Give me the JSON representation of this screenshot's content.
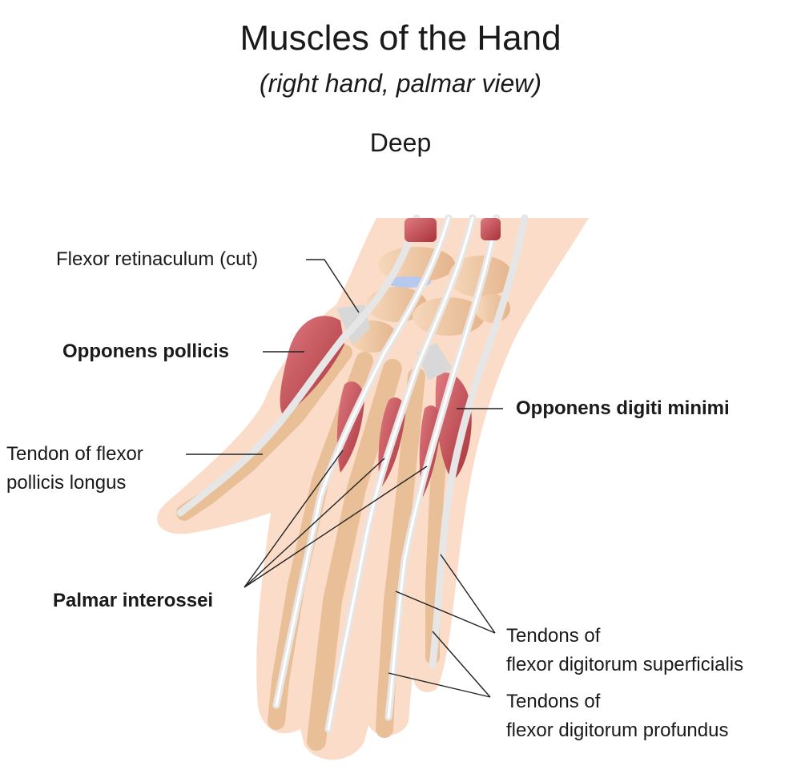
{
  "title": "Muscles of the Hand",
  "subtitle": "(right hand, palmar view)",
  "section": "Deep",
  "labels": {
    "flexor_retinaculum": "Flexor retinaculum  (cut)",
    "opponens_pollicis": "Opponens pollicis",
    "tendon_fpl_line1": "Tendon of flexor",
    "tendon_fpl_line2": "pollicis longus",
    "opponens_digiti_minimi": "Opponens digiti minimi",
    "palmar_interossei": "Palmar interossei",
    "fds_line1": "Tendons of",
    "fds_line2": "flexor digitorum superficialis",
    "fdp_line1": "Tendons of",
    "fdp_line2": "flexor digitorum profundus"
  },
  "colors": {
    "skin": "#fbdcc8",
    "bone": "#f0c9a6",
    "muscle": "#c9545c",
    "tendon": "#e6e6e6",
    "leader": "#222222"
  }
}
